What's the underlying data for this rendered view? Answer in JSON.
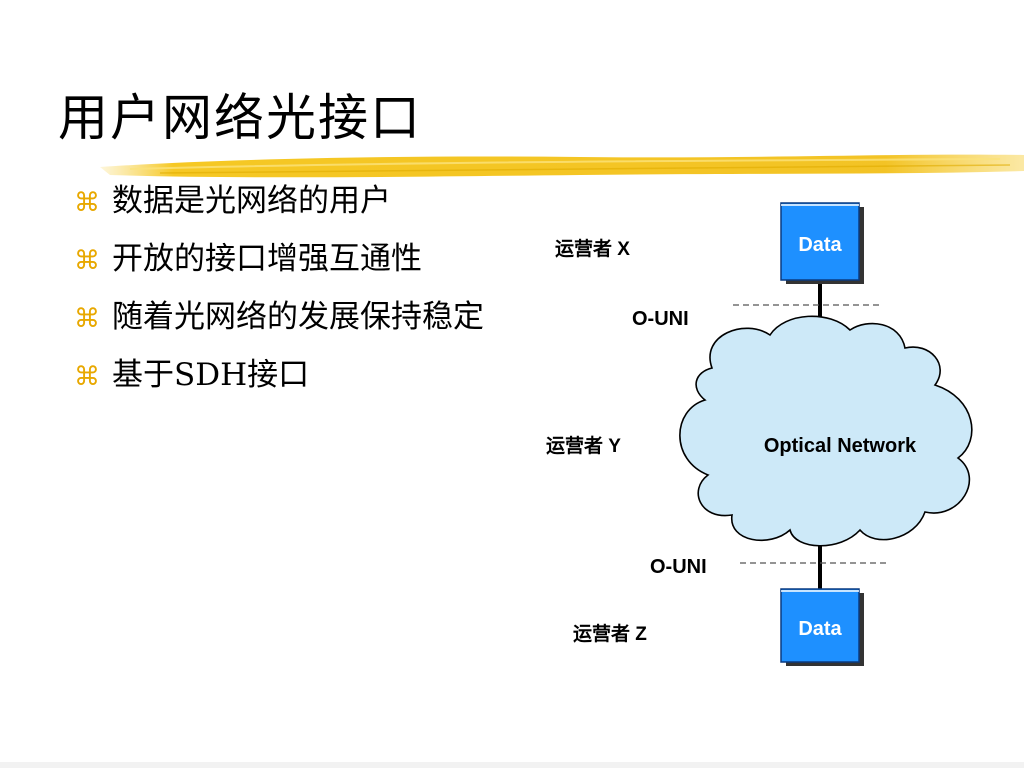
{
  "slide": {
    "title": "用户网络光接口",
    "bullets": [
      "数据是光网络的用户",
      "开放的接口增强互通性",
      "随着光网络的发展保持稳定",
      "基于SDH接口"
    ],
    "bullet_icon": "⌘",
    "bullet_color": "#e8a800"
  },
  "diagram": {
    "data_top": "Data",
    "data_bottom": "Data",
    "operator_x": "运营者 X",
    "operator_y": "运营者 Y",
    "operator_z": "运营者 Z",
    "ouni_top": "O-UNI",
    "ouni_bottom": "O-UNI",
    "cloud_label": "Optical Network",
    "box_color": "#1e90ff",
    "cloud_color": "#cde9f8"
  }
}
